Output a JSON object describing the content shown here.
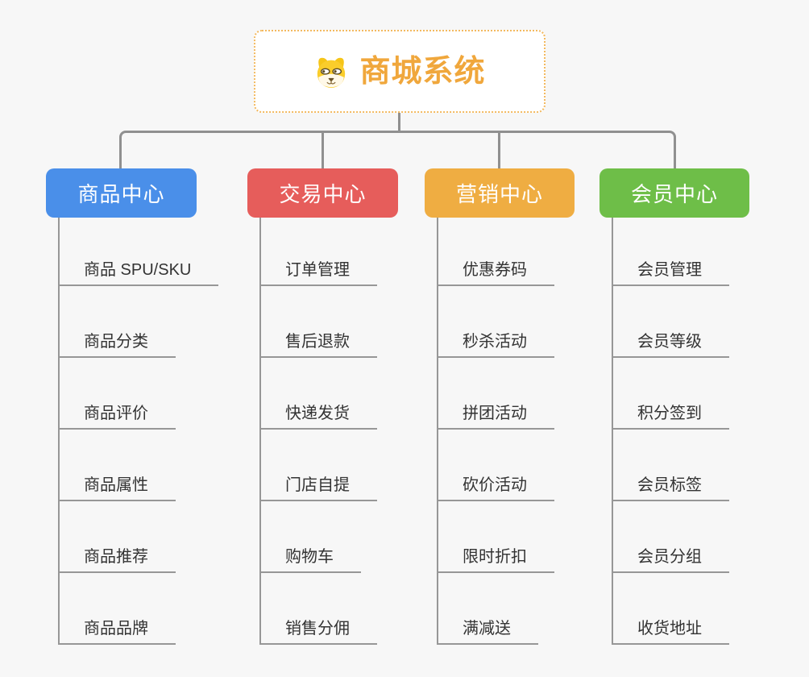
{
  "root": {
    "icon": "dog-face-icon",
    "label": "商城系统"
  },
  "branches": [
    {
      "id": "product",
      "label": "商品中心",
      "color": "#4A8FE9",
      "items": [
        "商品 SPU/SKU",
        "商品分类",
        "商品评价",
        "商品属性",
        "商品推荐",
        "商品品牌"
      ]
    },
    {
      "id": "trade",
      "label": "交易中心",
      "color": "#E65D5B",
      "items": [
        "订单管理",
        "售后退款",
        "快递发货",
        "门店自提",
        "购物车",
        "销售分佣"
      ]
    },
    {
      "id": "marketing",
      "label": "营销中心",
      "color": "#EFAD42",
      "items": [
        "优惠券码",
        "秒杀活动",
        "拼团活动",
        "砍价活动",
        "限时折扣",
        "满减送"
      ]
    },
    {
      "id": "member",
      "label": "会员中心",
      "color": "#6EBE48",
      "items": [
        "会员管理",
        "会员等级",
        "积分签到",
        "会员标签",
        "会员分组",
        "收货地址"
      ]
    }
  ],
  "colors": {
    "background": "#F7F7F7",
    "connector": "#909090",
    "leaf_line": "#979797",
    "leaf_text": "#333333",
    "root_text": "#F0A73C",
    "root_border": "#F3B95F",
    "branch_text": "#FFFFFF"
  }
}
